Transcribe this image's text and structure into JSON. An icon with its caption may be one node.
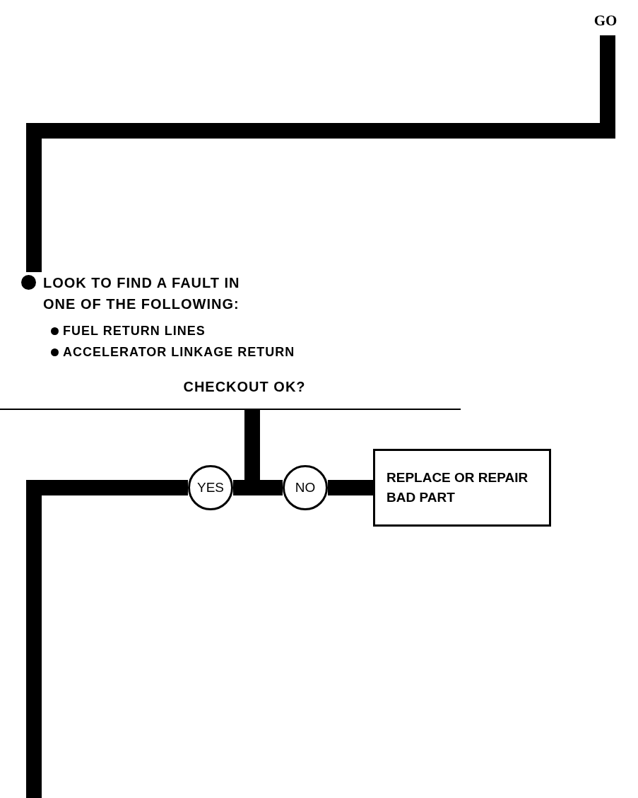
{
  "diagram": {
    "nodes": [
      {
        "text": [
          "GO"
        ]
      },
      {
        "text": [
          "LOOK TO FIND A FAULT IN ONE OF THE FOLLOWING:",
          "FUEL RETURN LINES",
          "ACCELERATOR LINKAGE RETURN"
        ]
      },
      {
        "text": [
          "CHECKOUT OK?"
        ]
      },
      {
        "text": [
          "YES"
        ]
      },
      {
        "text": [
          "NO"
        ]
      },
      {
        "text": [
          "REPLACE OR REPAIR BAD PART"
        ]
      }
    ],
    "edges": [
      {
        "from": 0,
        "to": 1,
        "arrow": "none"
      },
      {
        "from": 2,
        "to": 3,
        "arrow": "none"
      },
      {
        "from": 2,
        "to": 4,
        "arrow": "none"
      },
      {
        "from": 4,
        "to": 5,
        "arrow": "none"
      },
      {
        "from": 3,
        "to": null,
        "arrow": "none"
      }
    ]
  }
}
